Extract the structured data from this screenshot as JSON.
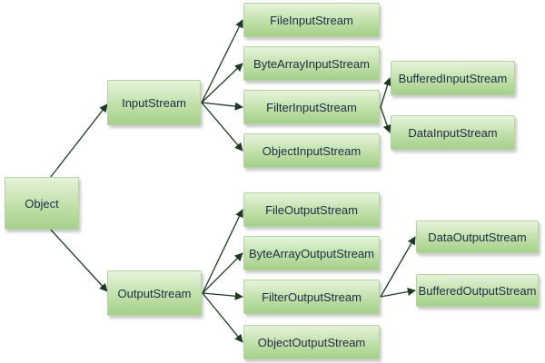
{
  "nodes": {
    "object": "Object",
    "input_stream": "InputStream",
    "output_stream": "OutputStream",
    "file_input_stream": "FileInputStream",
    "byte_array_input_stream": "ByteArrayInputStream",
    "filter_input_stream": "FilterInputStream",
    "object_input_stream": "ObjectInputStream",
    "buffered_input_stream": "BufferedInputStream",
    "data_input_stream": "DataInputStream",
    "file_output_stream": "FileOutputStream",
    "byte_array_output_stream": "ByteArrayOutputStream",
    "filter_output_stream": "FilterOutputStream",
    "object_output_stream": "ObjectOutputStream",
    "data_output_stream": "DataOutputStream",
    "buffered_output_stream": "BufferedOutputStream"
  },
  "edges": [
    [
      "object",
      "input_stream"
    ],
    [
      "object",
      "output_stream"
    ],
    [
      "input_stream",
      "file_input_stream"
    ],
    [
      "input_stream",
      "byte_array_input_stream"
    ],
    [
      "input_stream",
      "filter_input_stream"
    ],
    [
      "input_stream",
      "object_input_stream"
    ],
    [
      "filter_input_stream",
      "buffered_input_stream"
    ],
    [
      "filter_input_stream",
      "data_input_stream"
    ],
    [
      "output_stream",
      "file_output_stream"
    ],
    [
      "output_stream",
      "byte_array_output_stream"
    ],
    [
      "output_stream",
      "filter_output_stream"
    ],
    [
      "output_stream",
      "object_output_stream"
    ],
    [
      "filter_output_stream",
      "data_output_stream"
    ],
    [
      "filter_output_stream",
      "buffered_output_stream"
    ]
  ],
  "colors": {
    "node_fill_top": "#e6f3dc",
    "node_fill_bottom": "#a5d08a",
    "node_text": "#1f2a44",
    "edge": "#1d3a22"
  }
}
